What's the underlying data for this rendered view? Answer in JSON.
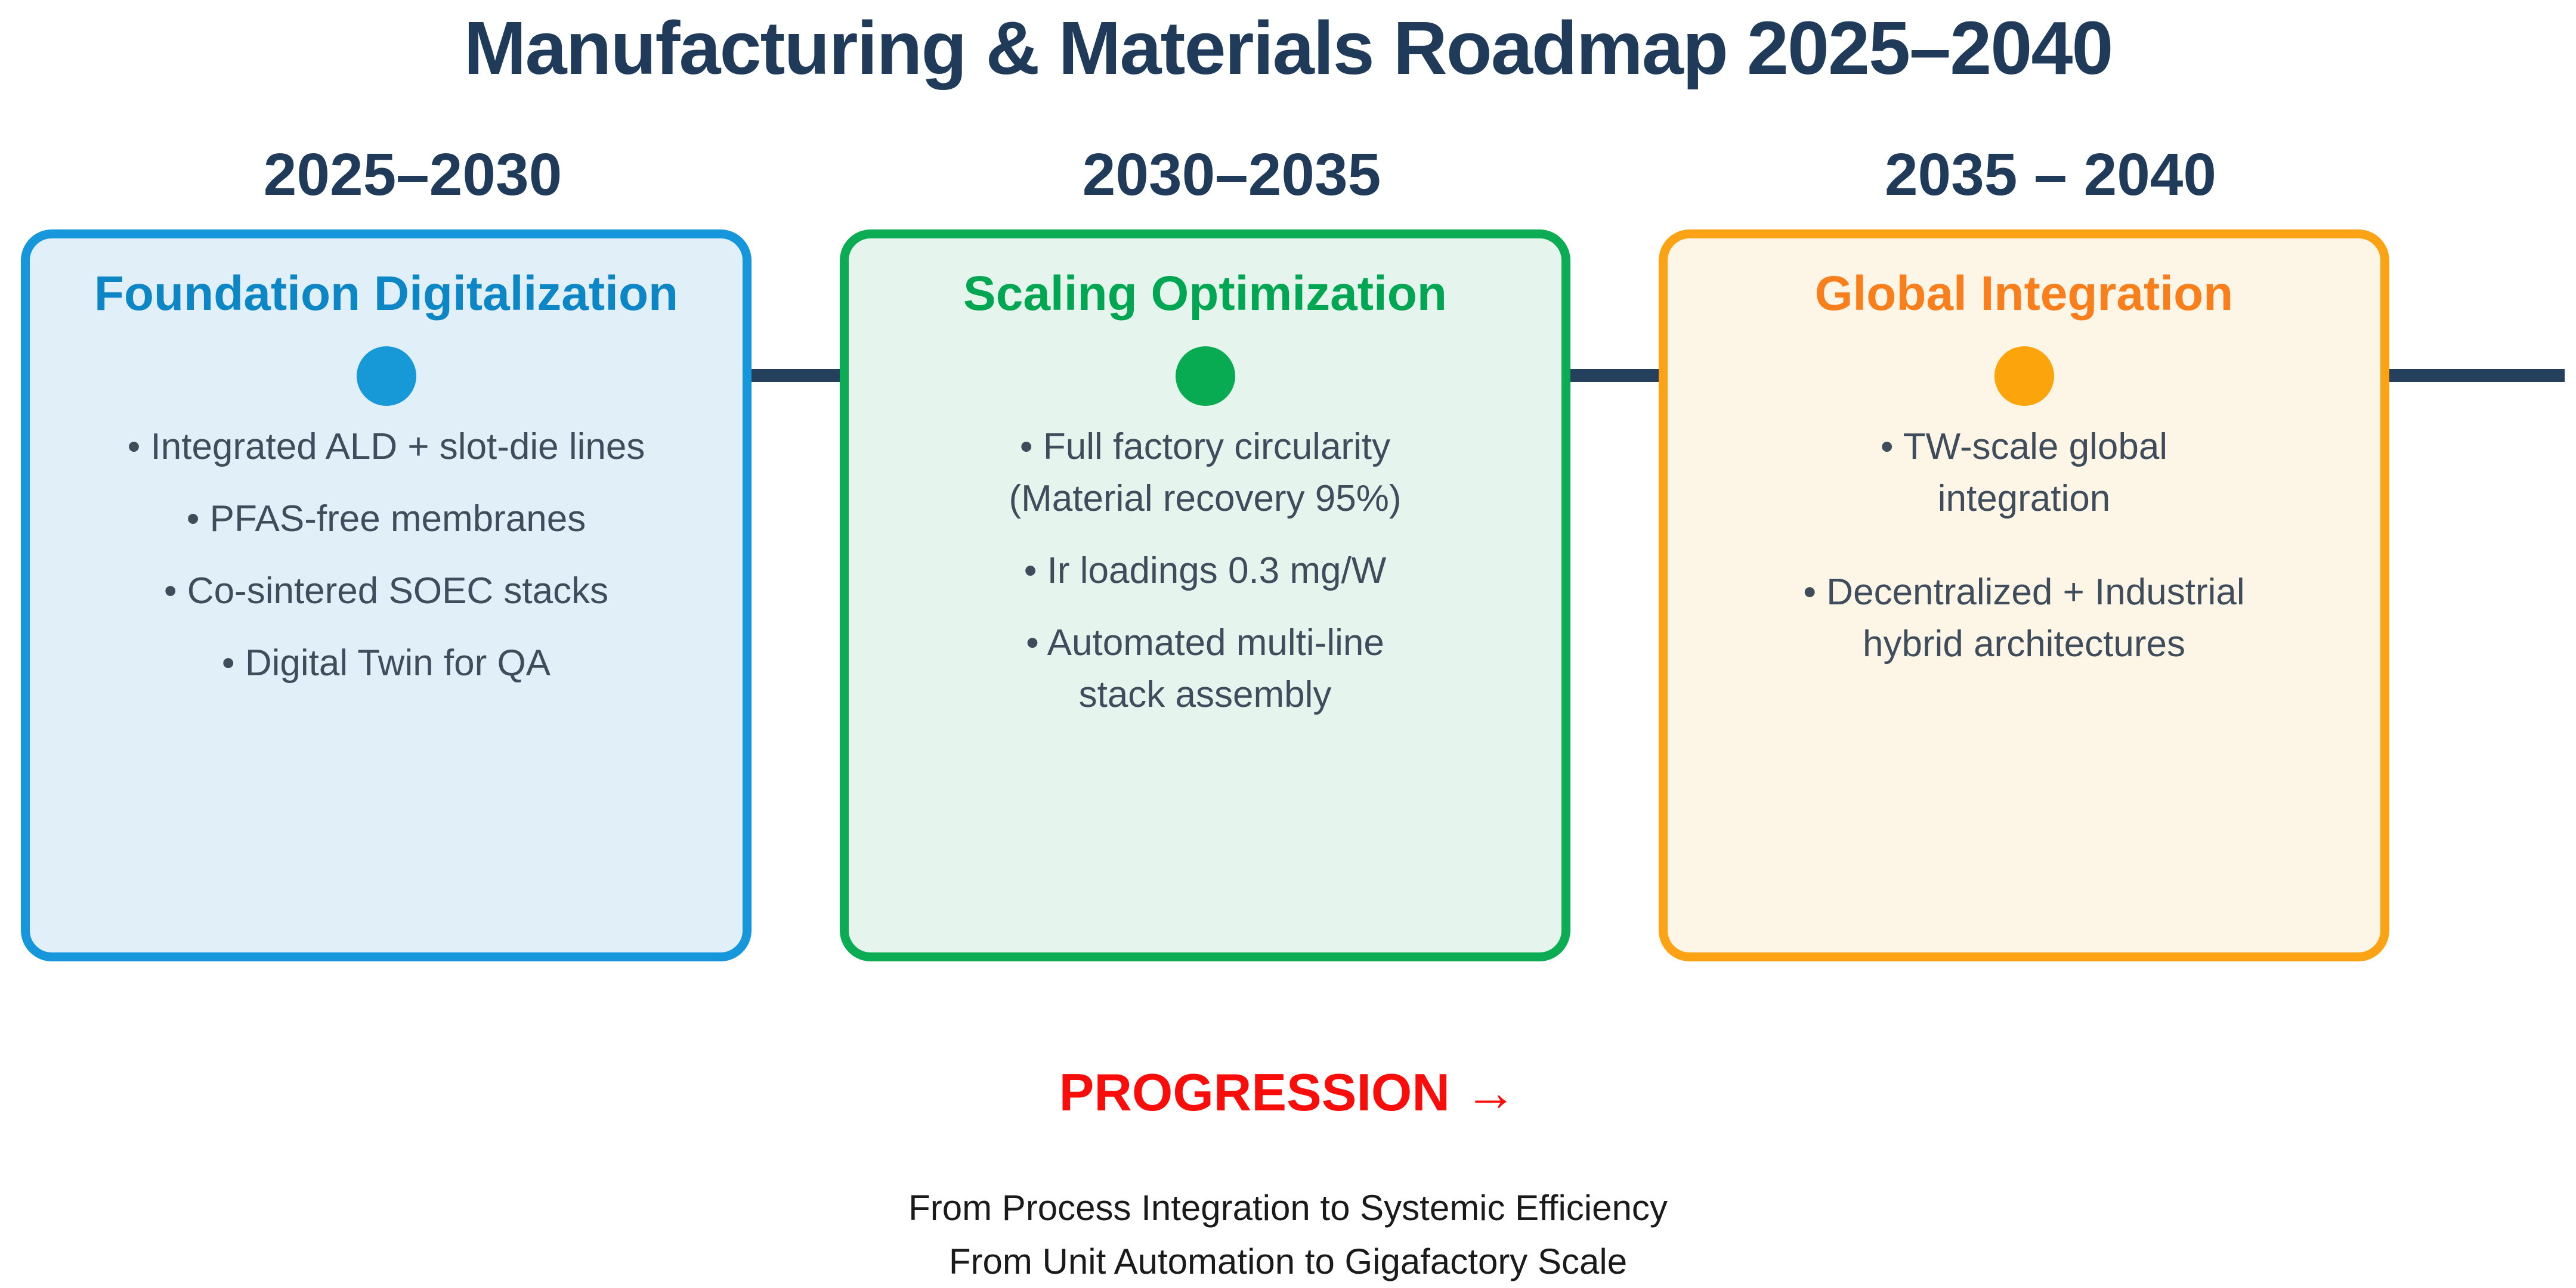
{
  "title": "Manufacturing & Materials Roadmap 2025–2040",
  "phases": [
    {
      "period": "2025–2030",
      "heading": "Foundation Digitalization",
      "bullets": [
        "• Integrated ALD + slot-die lines",
        "• PFAS-free membranes",
        "• Co-sintered SOEC stacks",
        "• Digital Twin for QA"
      ],
      "colors": {
        "accent": "#1697DC",
        "heading": "#0D86C6",
        "fill": "#E1EFF8",
        "dot": "#1799D8"
      }
    },
    {
      "period": "2030–2035",
      "heading": "Scaling Optimization",
      "bullets": [
        "• Full factory circularity\n(Material recovery 95%)",
        "• Ir loadings 0.3 mg/W",
        "• Automated multi-line\nstack assembly"
      ],
      "colors": {
        "accent": "#0BAC54",
        "heading": "#00A651",
        "fill": "#E5F4EC",
        "dot": "#09AB52"
      }
    },
    {
      "period": "2035 – 2040",
      "heading": "Global Integration",
      "bullets": [
        "• TW-scale global\nintegration",
        "• Decentralized + Industrial\nhybrid architectures"
      ],
      "colors": {
        "accent": "#FBA315",
        "heading": "#F97E1C",
        "fill": "#FDF6E6",
        "dot": "#FCA40C"
      }
    }
  ],
  "progression": "PROGRESSION →",
  "footer": {
    "line1": "From Process Integration to Systemic Efficiency",
    "line2": "From Unit Automation to Gigafactory Scale"
  },
  "palette": {
    "title_navy": "#1F3B59",
    "timeline": "#25405C",
    "body_text": "#3E4C5C",
    "progression_red": "#F90D0B",
    "footer_text": "#1A1A1A",
    "background": "#FFFFFF"
  }
}
